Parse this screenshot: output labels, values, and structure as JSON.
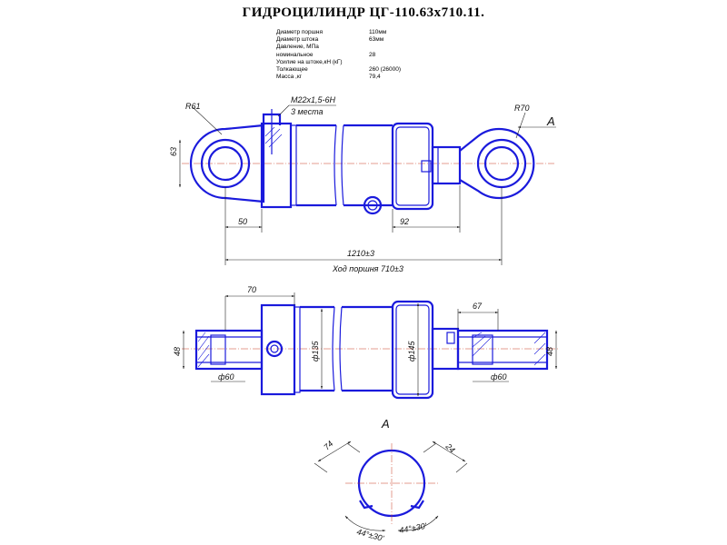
{
  "title": "ГИДРОЦИЛИНДР  ЦГ-110.63х710.11.",
  "specs": [
    {
      "label": "Диаметр поршня",
      "value": "110мм"
    },
    {
      "label": "Диаметр штока",
      "value": "63мм"
    },
    {
      "label": "Давление, МПа",
      "value": ""
    },
    {
      "label": "номинальное",
      "value": "28"
    },
    {
      "label": "Усилие на штоке,кН (кГ)",
      "value": ""
    },
    {
      "label": "Толкающее",
      "value": " 260 (26000)"
    },
    {
      "label": "Масса ,кг",
      "value": "79,4"
    }
  ],
  "dims": {
    "r61": "R61",
    "thread": "M22x1,5-6H",
    "places": "3 места",
    "r70": "R70",
    "view_a_arrow": "A",
    "h63": "63",
    "d50": "50",
    "d92": "92",
    "len1210": "1210±3",
    "stroke": "Ход поршня  710±3",
    "d70": "70",
    "d67": "67",
    "h48_left": "48",
    "h48_right": "48",
    "phi60_left": "ф60",
    "phi60_right": "ф60",
    "phi135": "ф135",
    "phi145": "ф145",
    "view_a_label": "A",
    "a74": "74",
    "a24": "24",
    "ang_left": "44°±30'",
    "ang_right": "44°±30'"
  }
}
